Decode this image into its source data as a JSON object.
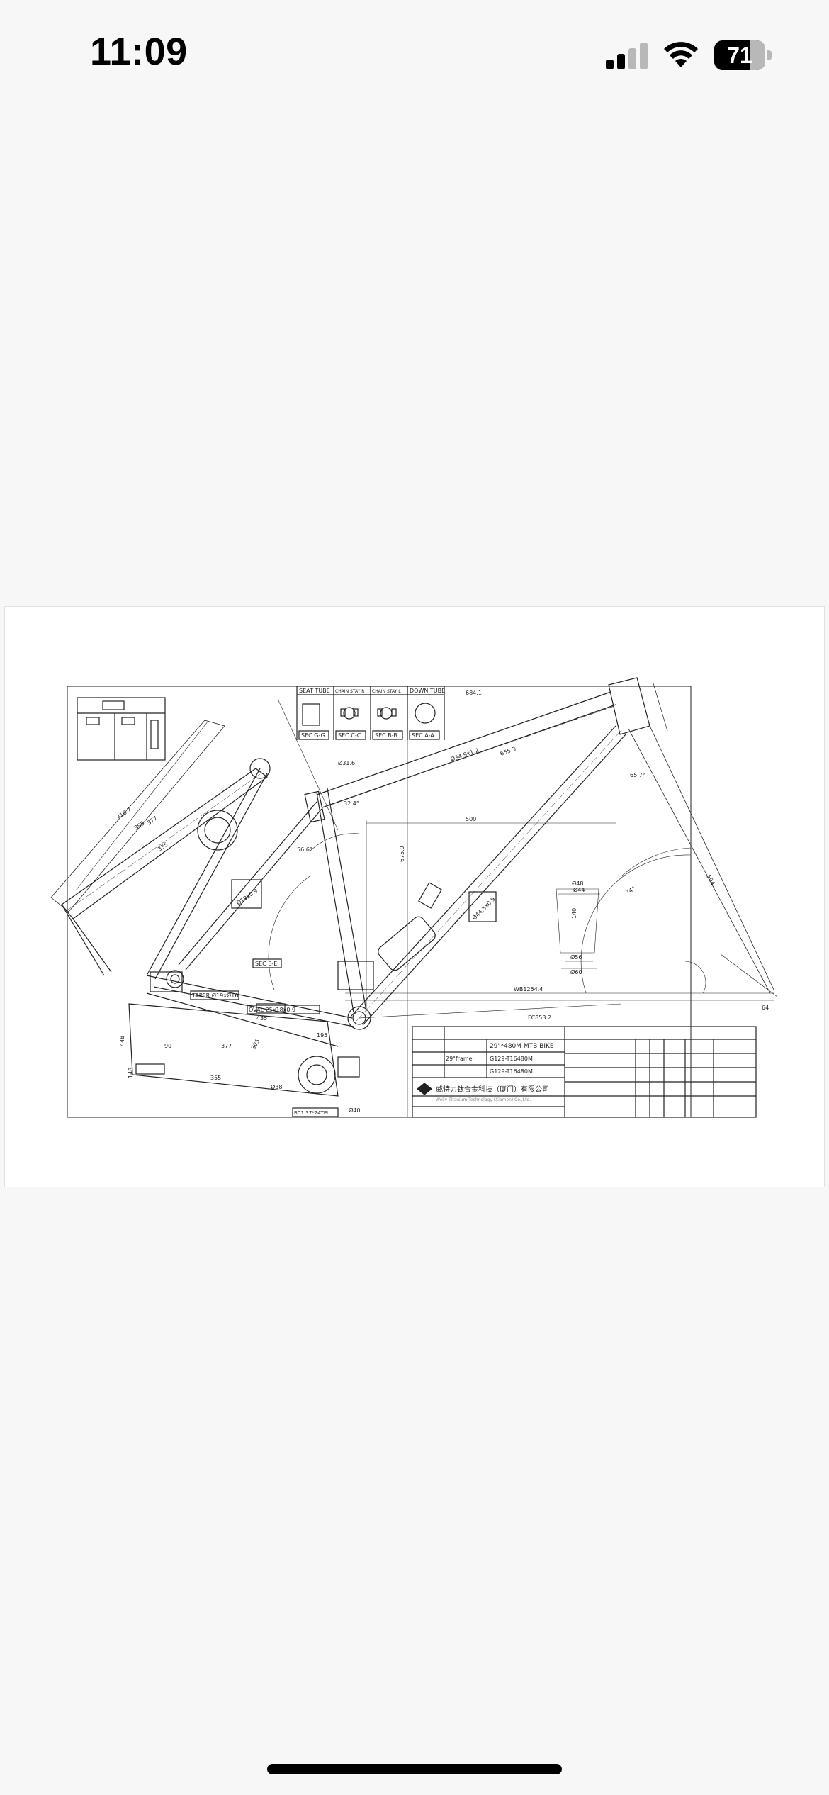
{
  "status_bar": {
    "time": "11:09",
    "battery_percent": "71",
    "battery_level": 0.71,
    "signal_bars_active": 2,
    "signal_bars_total": 4,
    "icons": [
      "cellular-signal-icon",
      "wifi-icon",
      "battery-icon"
    ]
  },
  "drawing": {
    "section_labels": {
      "seat_tube": "SEAT TUBE",
      "chain_stay_r": "CHAIN STAY R",
      "chain_stay_l": "CHAIN STAY L",
      "down_tube": "DOWN TUBE",
      "sec_g": "SEC G-G",
      "sec_c": "SEC C-C",
      "sec_b": "SEC B-B",
      "sec_a": "SEC A-A",
      "sec_e": "SEC E-E"
    },
    "dimensions": {
      "d1": "684.1",
      "d2": "655.3",
      "d3": "500",
      "d4": "675.9",
      "d5": "WB1254.4",
      "d6": "FC853.2",
      "d7": "65.7°",
      "d8": "74°",
      "d9": "504",
      "d10": "140",
      "d11": "Ø48",
      "d12": "Ø44",
      "d13": "Ø56",
      "d14": "Ø60",
      "d15": "Ø31.6",
      "d16": "Ø34.9x1.2",
      "d17": "410.7",
      "d18": "395",
      "d19": "377",
      "d20": "335",
      "d21": "448",
      "d22": "90",
      "d23": "377",
      "d24": "435",
      "d25": "355",
      "d26": "148",
      "d27": "195",
      "d28": "305",
      "d29": "32.4°",
      "d30": "56.6°",
      "d31": "64",
      "d32": "Ø40",
      "d33": "Ø38"
    },
    "title_block": {
      "product": "29\"*480M MTB BIKE",
      "part_no_1": "G129-T16480M",
      "part_no_2": "G129-T16480M",
      "frame": "29\"frame",
      "company": "威特力钛合金科技（厦门）有限公司",
      "company_en": "Welly Titanium Technology (Xiamen) Co.,Ltd."
    },
    "callouts": {
      "seat_stay": "TAPER Ø19xØ16",
      "chain_stay": "OVAL 25x18x0.9",
      "seat_stay_dia": "Ø19x0.9",
      "down_tube_dia": "Ø44.5x0.9",
      "bb": "BC1.37*24TPI"
    }
  }
}
